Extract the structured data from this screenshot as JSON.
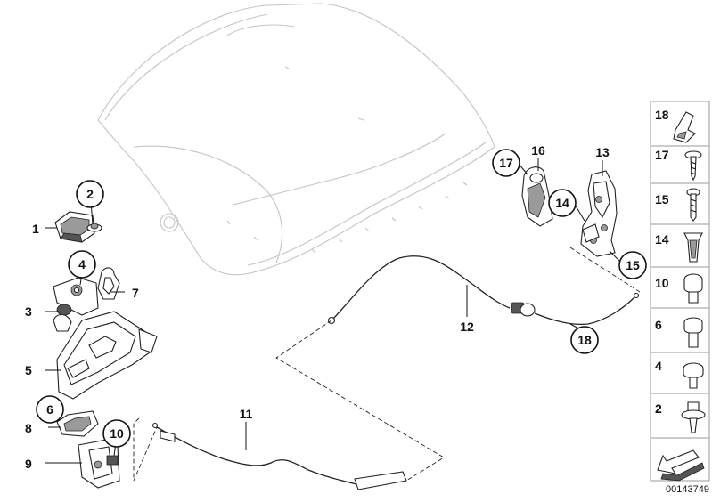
{
  "diagram": {
    "callouts": [
      {
        "id": "c1",
        "label": "1"
      },
      {
        "id": "c2",
        "label": "2"
      },
      {
        "id": "c3",
        "label": "3"
      },
      {
        "id": "c4",
        "label": "4"
      },
      {
        "id": "c5",
        "label": "5"
      },
      {
        "id": "c6",
        "label": "6"
      },
      {
        "id": "c7",
        "label": "7"
      },
      {
        "id": "c8",
        "label": "8"
      },
      {
        "id": "c9",
        "label": "9"
      },
      {
        "id": "c10",
        "label": "10"
      },
      {
        "id": "c11",
        "label": "11"
      },
      {
        "id": "c12",
        "label": "12"
      },
      {
        "id": "c13",
        "label": "13"
      },
      {
        "id": "c14",
        "label": "14"
      },
      {
        "id": "c15",
        "label": "15"
      },
      {
        "id": "c16",
        "label": "16"
      },
      {
        "id": "c17",
        "label": "17"
      },
      {
        "id": "c18",
        "label": "18"
      }
    ],
    "legend": [
      {
        "label": "18"
      },
      {
        "label": "17"
      },
      {
        "label": "15"
      },
      {
        "label": "14"
      },
      {
        "label": "10"
      },
      {
        "label": "6"
      },
      {
        "label": "4"
      },
      {
        "label": "2"
      }
    ],
    "doc_number": "00143749"
  }
}
